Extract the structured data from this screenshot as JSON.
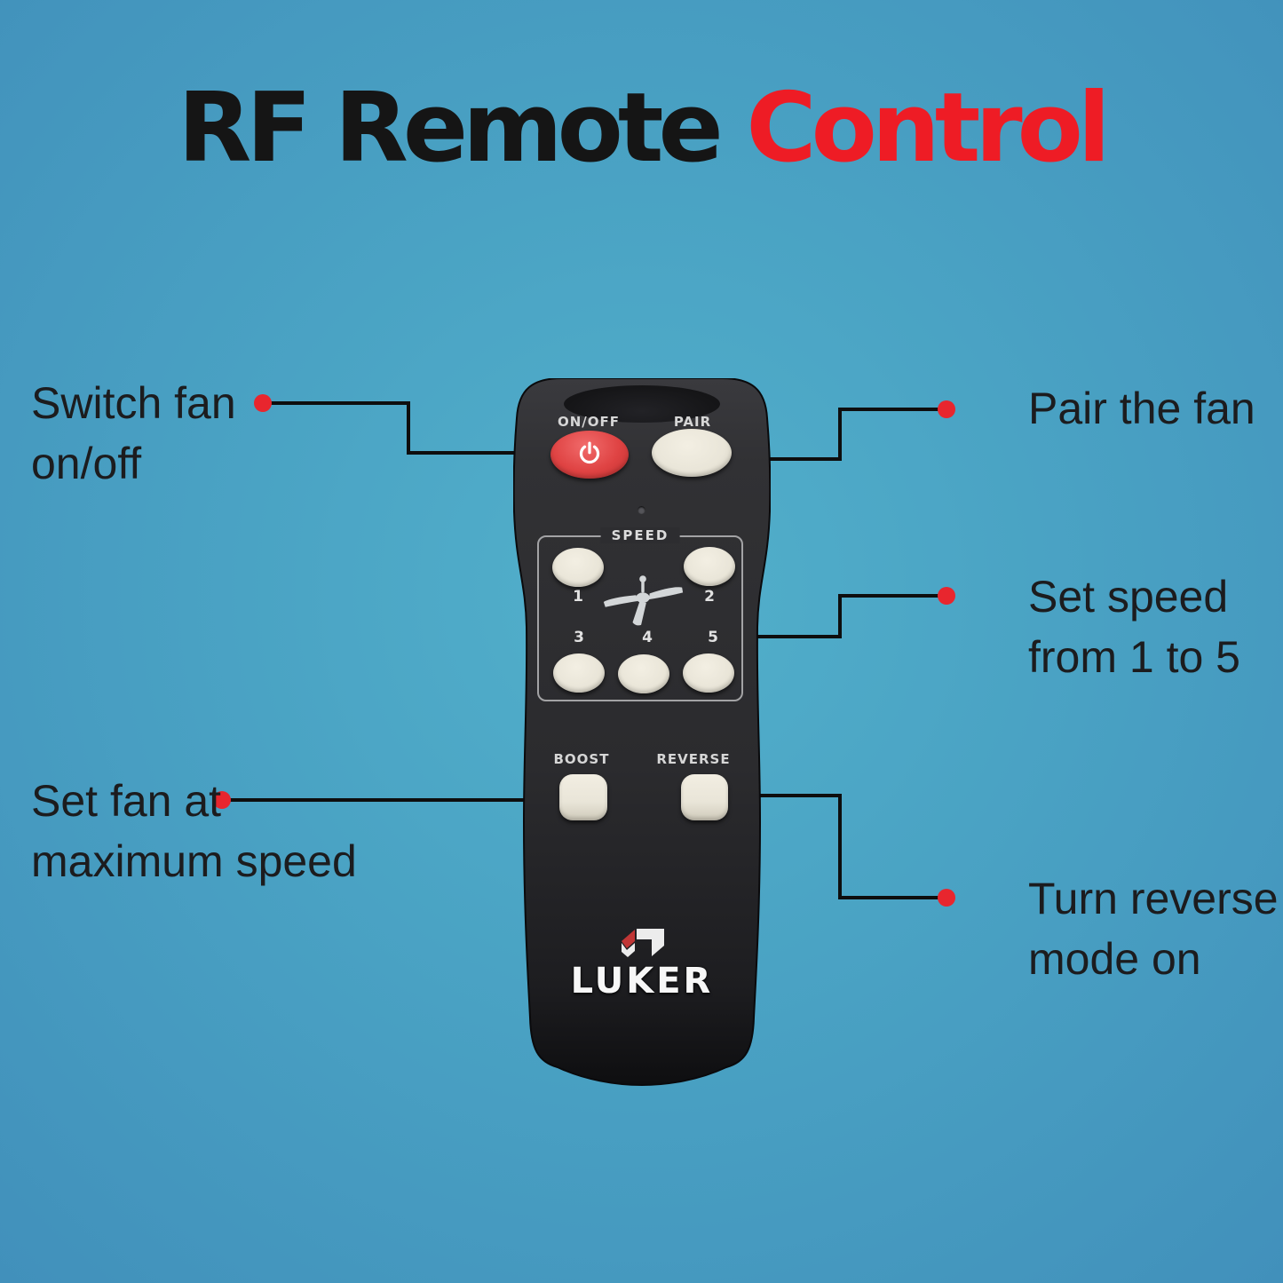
{
  "title": {
    "black": "RF Remote",
    "red": "Control"
  },
  "colors": {
    "accent_red": "#e8262e",
    "title_red": "#ee1c25",
    "title_black": "#151515",
    "bg_center": "#52b0cb",
    "bg_edge": "#4190bb",
    "line": "#0e0e0e",
    "remote_body": "#2d2d30",
    "button_cream": "#e9e5d8",
    "power_red": "#df4343"
  },
  "remote": {
    "power_label": "ON/OFF",
    "pair_label": "PAIR",
    "speed_label": "SPEED",
    "speeds": [
      "1",
      "2",
      "3",
      "4",
      "5"
    ],
    "boost_label": "BOOST",
    "reverse_label": "REVERSE",
    "brand": "LUKER",
    "icons": {
      "power": "power-icon",
      "fan": "ceiling-fan-icon",
      "led": "led-indicator",
      "brand_mark": "luker-logo-icon"
    }
  },
  "callouts": {
    "switch": {
      "line1": "Switch fan",
      "line2": "on/off"
    },
    "pair": {
      "line1": "Pair the fan",
      "line2": ""
    },
    "speed": {
      "line1": "Set speed",
      "line2": "from 1 to 5"
    },
    "boost": {
      "line1": "Set fan at",
      "line2": "maximum speed"
    },
    "reverse": {
      "line1": "Turn reverse",
      "line2": "mode on"
    }
  }
}
